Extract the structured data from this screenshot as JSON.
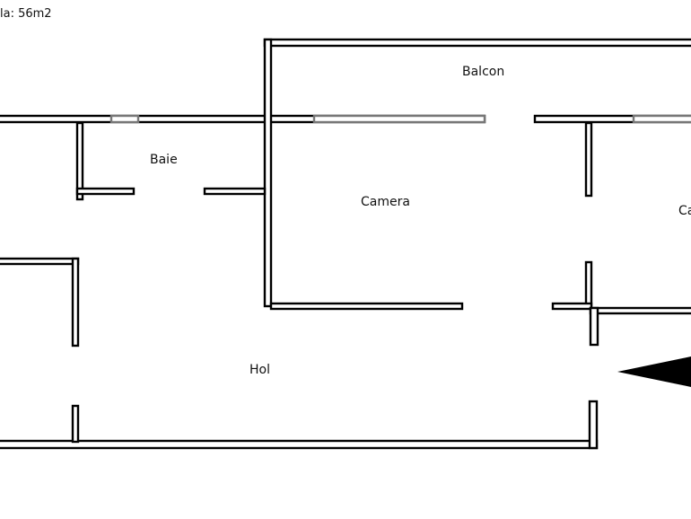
{
  "header": {
    "area_text": "la: 56m2"
  },
  "rooms": {
    "balcon": "Balcon",
    "baie": "Baie",
    "camera": "Camera",
    "camera2": "Ca",
    "hol": "Hol"
  },
  "colors": {
    "wall": "#000000",
    "window": "#777777",
    "background": "#ffffff"
  },
  "icons": {
    "entrance": "entrance-arrow-icon"
  }
}
